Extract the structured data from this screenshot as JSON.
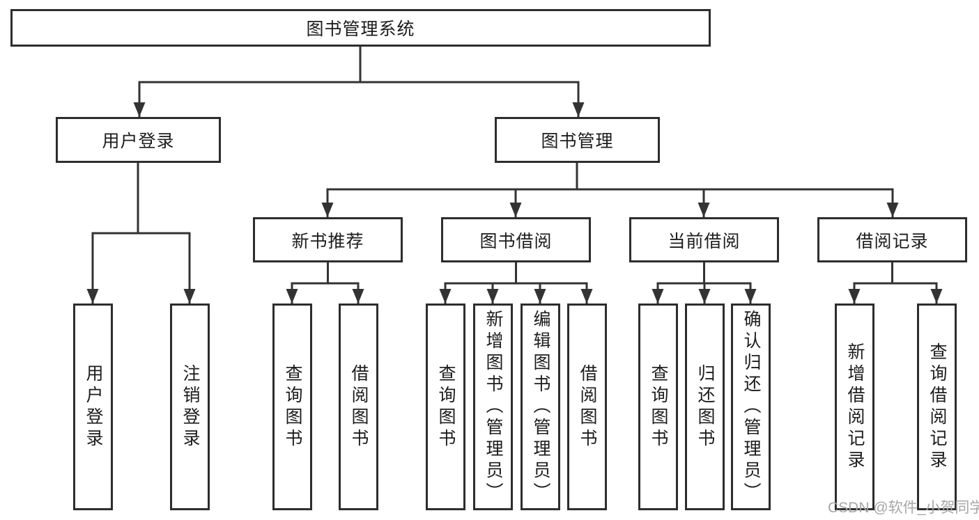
{
  "diagram": {
    "title": "图书管理系统",
    "level2": [
      {
        "label": "用户登录"
      },
      {
        "label": "图书管理"
      }
    ],
    "level3": [
      {
        "label": "新书推荐"
      },
      {
        "label": "图书借阅"
      },
      {
        "label": "当前借阅"
      },
      {
        "label": "借阅记录"
      }
    ],
    "leaves": [
      {
        "label": "用户登录"
      },
      {
        "label": "注销登录"
      },
      {
        "label": "查询图书"
      },
      {
        "label": "借阅图书"
      },
      {
        "label": "查询图书"
      },
      {
        "label": "新增图书（管理员）"
      },
      {
        "label": "编辑图书（管理员）"
      },
      {
        "label": "借阅图书"
      },
      {
        "label": "查询图书"
      },
      {
        "label": "归还图书"
      },
      {
        "label": "确认归还（管理员）"
      },
      {
        "label": "新增借阅记录"
      },
      {
        "label": "查询借阅记录"
      }
    ]
  },
  "watermark": {
    "text": "CSDN @软件_小贺同学"
  },
  "colors": {
    "line": "#333333",
    "border": "#2d2d2d",
    "text": "#1c1c1c",
    "watermark": "#a6a6a6",
    "background": "#ffffff"
  }
}
